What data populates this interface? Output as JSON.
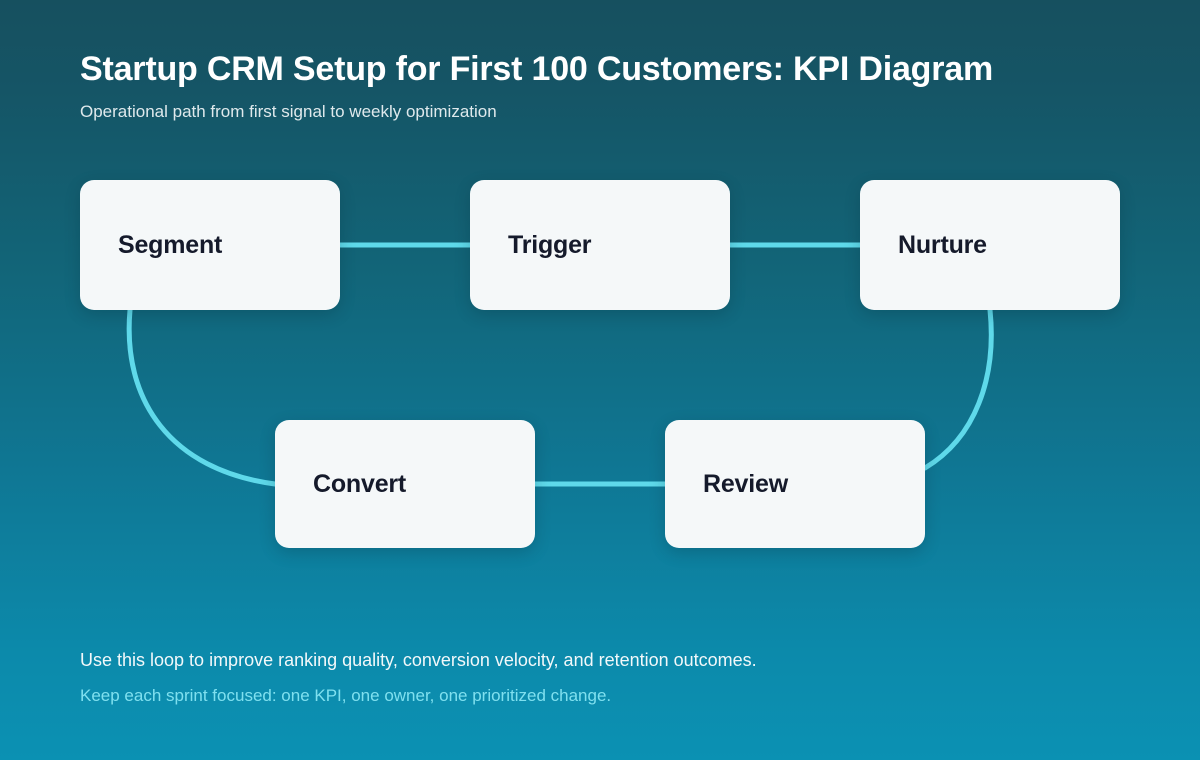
{
  "header": {
    "title": "Startup CRM Setup for First 100 Customers: KPI Diagram",
    "subtitle": "Operational path from first signal to weekly optimization"
  },
  "diagram": {
    "type": "flow-cycle",
    "accent_color": "#5fd9ea",
    "node_fill": "#f5f8f9",
    "node_text_color": "#151a2b",
    "background_top_color": "#16505f",
    "background_bottom_color": "#0b91b3",
    "nodes": [
      {
        "id": "segment",
        "label": "Segment"
      },
      {
        "id": "trigger",
        "label": "Trigger"
      },
      {
        "id": "nurture",
        "label": "Nurture"
      },
      {
        "id": "convert",
        "label": "Convert"
      },
      {
        "id": "review",
        "label": "Review"
      }
    ],
    "edges": [
      {
        "from": "segment",
        "to": "trigger",
        "shape": "straight"
      },
      {
        "from": "trigger",
        "to": "nurture",
        "shape": "straight"
      },
      {
        "from": "nurture",
        "to": "review",
        "shape": "curve"
      },
      {
        "from": "review",
        "to": "convert",
        "shape": "straight"
      },
      {
        "from": "convert",
        "to": "segment",
        "shape": "curve"
      }
    ]
  },
  "footer": {
    "primary": "Use this loop to improve ranking quality, conversion velocity, and retention outcomes.",
    "secondary": "Keep each sprint focused: one KPI, one owner, one prioritized change."
  }
}
